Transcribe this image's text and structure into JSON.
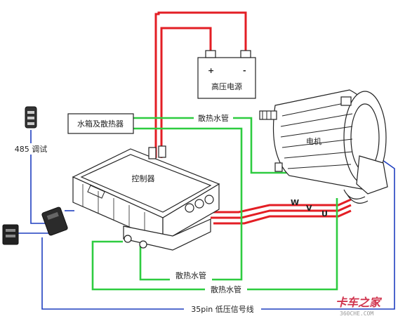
{
  "labels": {
    "battery": "高压电源",
    "radiator": "水箱及散热器",
    "motor": "电机",
    "controller": "控制器",
    "cooling_pipe_top": "散热水管",
    "cooling_pipe_mid": "散热水管",
    "cooling_pipe_bottom": "散热水管",
    "debug_port": "485 调试",
    "signal_line": "35pin 低压信号线",
    "phase_w": "W",
    "phase_v": "V",
    "phase_u": "U",
    "battery_plus": "+",
    "battery_minus": "-"
  },
  "watermark": {
    "brand": "卡车之家",
    "site": "360CHE.COM"
  },
  "colors": {
    "high_voltage": "#e31e24",
    "cooling": "#2ecc40",
    "signal": "#1f3fbf",
    "outline": "#222222"
  }
}
